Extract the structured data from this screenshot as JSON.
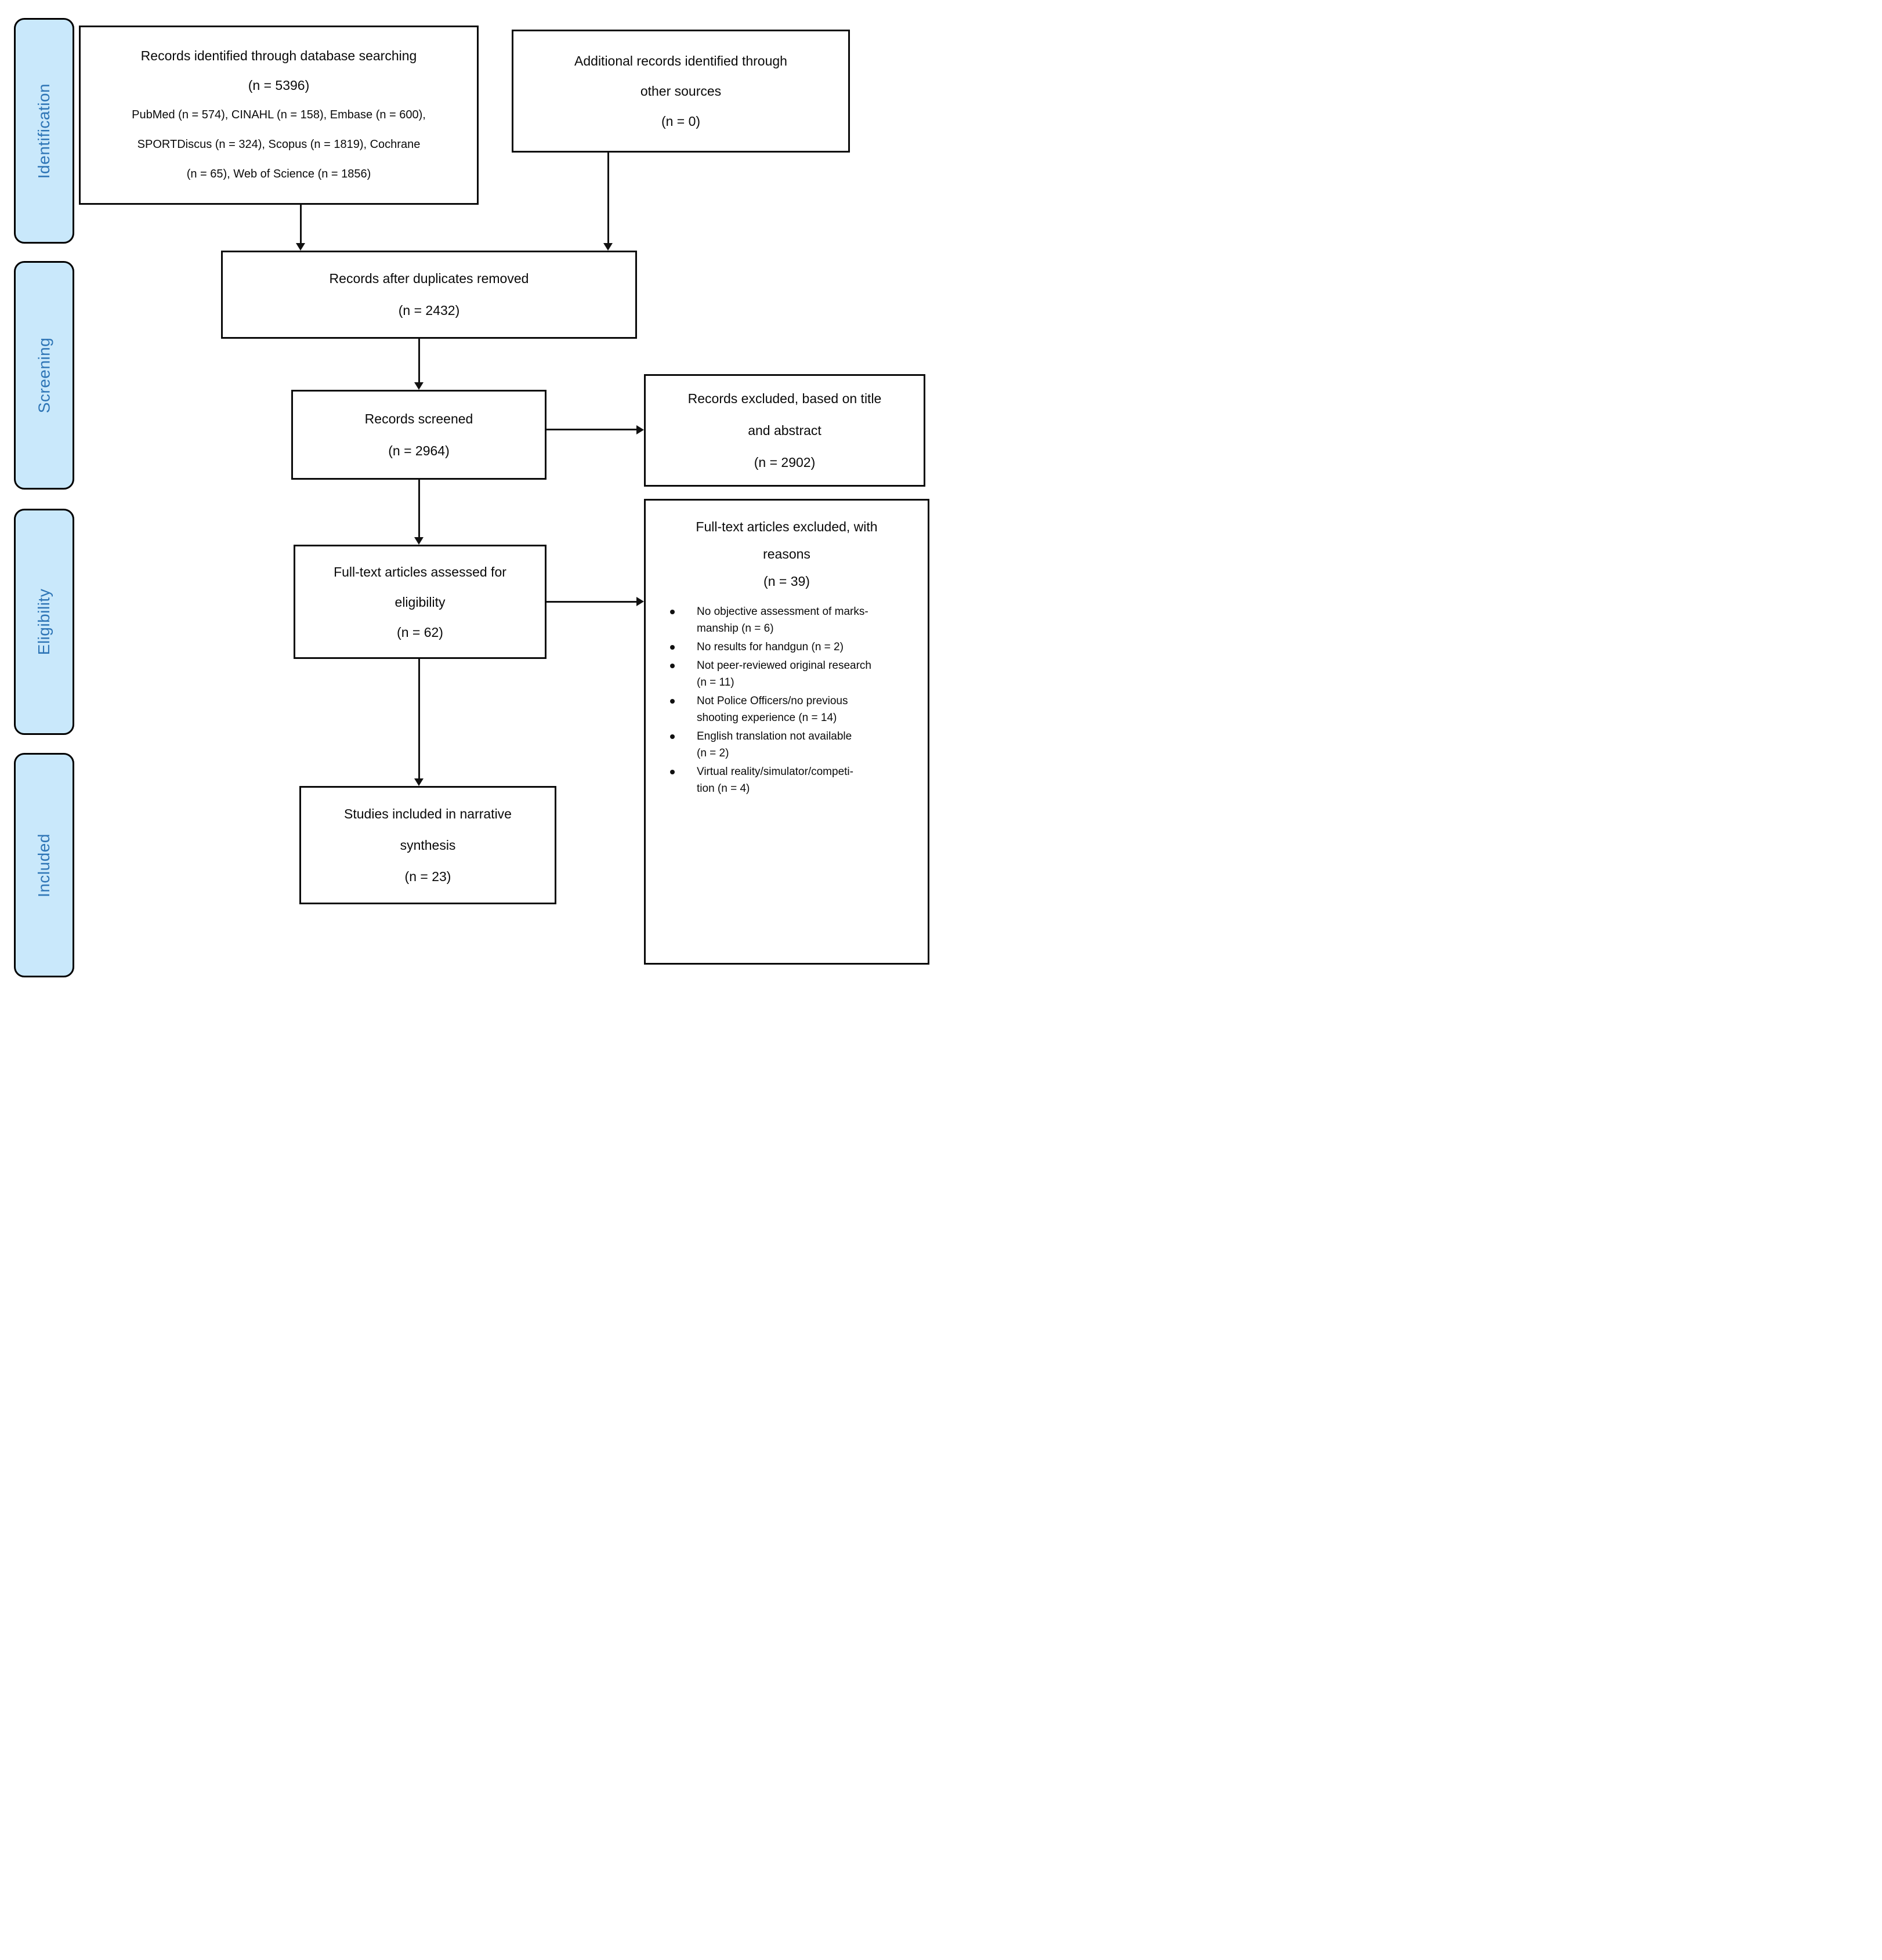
{
  "stages": [
    {
      "label": "Identification"
    },
    {
      "label": "Screening"
    },
    {
      "label": "Eligibility"
    },
    {
      "label": "Included"
    }
  ],
  "boxes": {
    "identified": {
      "lines": [
        "Records identified through database searching",
        "(n = 5396)"
      ],
      "details": [
        "PubMed (n = 574), CINAHL (n = 158), Embase (n = 600),",
        "SPORTDiscus (n = 324), Scopus (n = 1819), Cochrane",
        "(n = 65), Web of Science (n = 1856)"
      ]
    },
    "additional": {
      "lines": [
        "Additional records identified through",
        "other sources",
        "(n = 0)"
      ]
    },
    "deduplicated": {
      "lines": [
        "Records after duplicates removed",
        "(n = 2432)"
      ]
    },
    "screened": {
      "lines": [
        "Records screened",
        "(n = 2964)"
      ]
    },
    "excluded_title_abstract": {
      "lines": [
        "Records excluded, based on title",
        "and abstract",
        "(n = 2902)"
      ]
    },
    "fulltext_assessed": {
      "lines": [
        "Full-text articles assessed for",
        "eligibility",
        "(n = 62)"
      ]
    },
    "fulltext_excluded": {
      "heading": [
        "Full-text articles excluded, with",
        "reasons",
        "(n = 39)"
      ],
      "reasons": [
        {
          "lines": [
            "No objective assessment of marks-",
            "manship (n = 6)"
          ]
        },
        {
          "lines": [
            "No results for handgun (n = 2)"
          ]
        },
        {
          "lines": [
            "Not peer-reviewed original research",
            "(n = 11)"
          ]
        },
        {
          "lines": [
            "Not Police Officers/no previous",
            "shooting experience (n = 14)"
          ]
        },
        {
          "lines": [
            "English translation not available",
            "(n = 2)"
          ]
        },
        {
          "lines": [
            "Virtual reality/simulator/competi-",
            "tion (n = 4)"
          ]
        }
      ]
    },
    "included_synthesis": {
      "lines": [
        "Studies included in narrative",
        "synthesis",
        "(n = 23)"
      ]
    }
  },
  "colors": {
    "stage_fill": "#c9e8fb",
    "stage_text": "#2e75b6",
    "box_border": "#0a0a0a",
    "arrow": "#111111"
  }
}
